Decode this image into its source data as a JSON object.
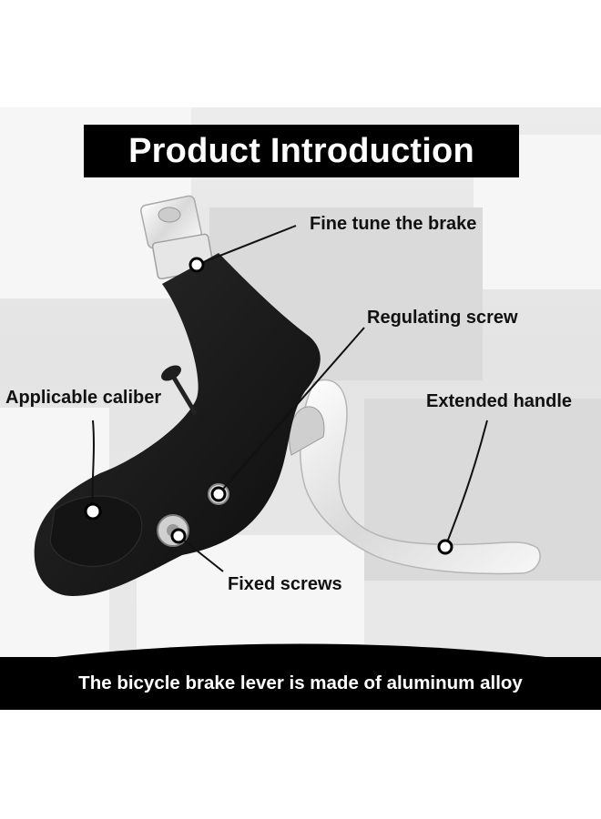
{
  "title": "Product Introduction",
  "callouts": {
    "fine_tune": "Fine tune the brake",
    "regulating_screw": "Regulating screw",
    "applicable_caliber": "Applicable caliber",
    "extended_handle": "Extended handle",
    "fixed_screws": "Fixed screws"
  },
  "footer": "The bicycle brake lever is made of aluminum alloy",
  "colors": {
    "banner": "#000000",
    "banner_text": "#ffffff",
    "lever_body": "#1a1a1a",
    "handle": "#e8e8e8"
  }
}
